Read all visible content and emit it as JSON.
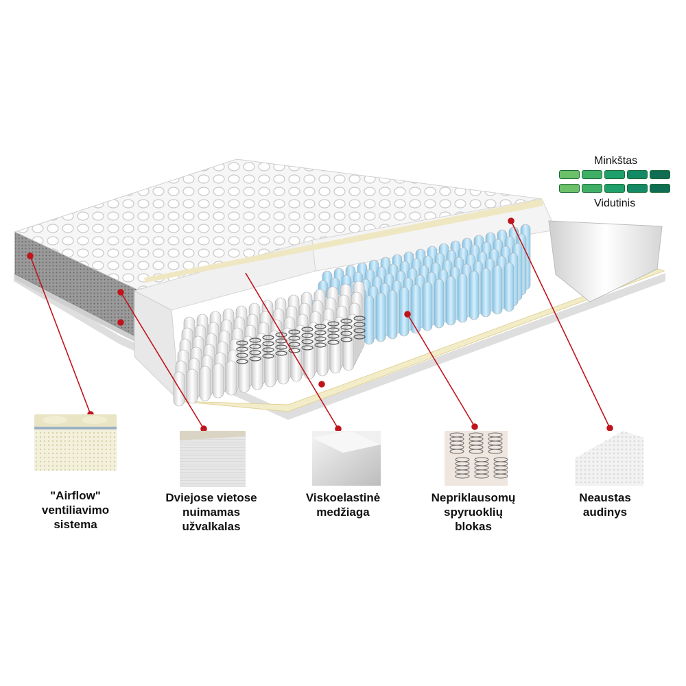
{
  "firmness_legend": {
    "soft_label": "Minkštas",
    "medium_label": "Vidutinis",
    "soft_row_colors": [
      "#6cc06a",
      "#3faf66",
      "#1fa06a",
      "#138a65",
      "#0e6d52"
    ],
    "medium_row_colors": [
      "#6cc06a",
      "#3faf66",
      "#1fa06a",
      "#138a65",
      "#0e6d52"
    ]
  },
  "features": [
    {
      "id": "airflow",
      "lines": [
        "\"Airflow\"",
        "ventiliavimo",
        "sistema"
      ]
    },
    {
      "id": "removable-cover",
      "lines": [
        "Dviejose vietose",
        "nuimamas",
        "užvalkalas"
      ]
    },
    {
      "id": "memory-foam",
      "lines": [
        "Viskoelastinė",
        "medžiaga"
      ]
    },
    {
      "id": "pocket-springs",
      "lines": [
        "Nepriklausomų",
        "spyruoklių",
        "blokas"
      ]
    },
    {
      "id": "non-woven",
      "lines": [
        "Neaustas",
        "audinys"
      ]
    }
  ],
  "colors": {
    "leader_line": "#c0141c",
    "spring_blue": "#9fd2ee",
    "spring_white": "#f4f4f4",
    "fabric": "#f7f7f7"
  }
}
